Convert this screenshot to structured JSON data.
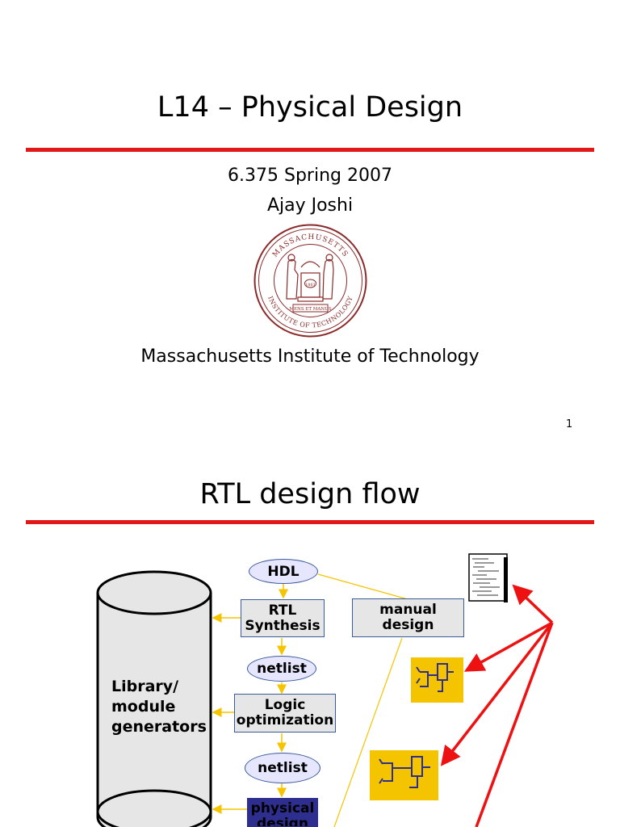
{
  "slide1": {
    "title": "L14 – Physical Design",
    "course": "6.375 Spring 2007",
    "author": "Ajay Joshi",
    "institution": "Massachusetts Institute of Technology",
    "page_number": "1",
    "seal": {
      "text_top": "MASSACHUSETTS",
      "text_bottom": "INSTITUTE OF TECHNOLOGY",
      "year": "1861",
      "motto": "MENS ET MANUS"
    }
  },
  "slide2": {
    "title": "RTL design flow",
    "flow": {
      "hdl": "HDL",
      "rtl_synthesis": "RTL\nSynthesis",
      "netlist_1": "netlist",
      "logic_optimization": "Logic\noptimization",
      "netlist_2": "netlist",
      "physical_design": "physical\ndesign",
      "manual_design": "manual\ndesign",
      "library": "Library/\nmodule\ngenerators"
    }
  },
  "colors": {
    "rule_red": "#e01818",
    "arrow_red": "#ee1111",
    "connector_yellow": "#f5c400",
    "box_fill": "#e6e6e6",
    "oval_fill": "#e6e6ff",
    "physical_design_fill": "#2e2e8e",
    "seal_color": "#8a2a2a"
  }
}
